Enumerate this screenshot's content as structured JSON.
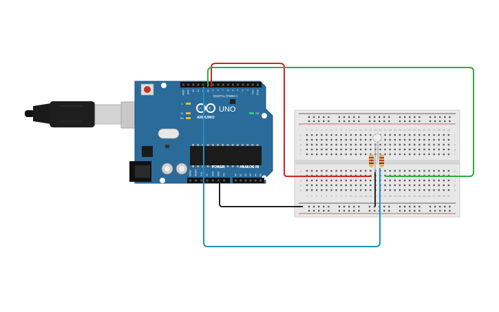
{
  "board": {
    "logo_text": "ARDUINO",
    "model": "UNO",
    "digital_label": "DIGITAL (PWM~)",
    "power_label": "POWER",
    "analog_label": "ANALOG IN",
    "on_label": "ON",
    "l_label": "L",
    "tx_label": "TX",
    "rx_label": "RX",
    "digital_pins": [
      "AREF",
      "GND",
      "13",
      "12",
      "~11",
      "~10",
      "~9",
      "8",
      "7",
      "~6",
      "~5",
      "4",
      "~3",
      "2",
      "TX▸1",
      "RX◂0"
    ],
    "power_pins": [
      "IOREF",
      "RESET",
      "3.3V",
      "5V",
      "GND",
      "GND",
      "Vin"
    ],
    "analog_pins": [
      "A0",
      "A1",
      "A2",
      "A3",
      "A4",
      "A5"
    ]
  },
  "breadboard": {
    "rail_minus": "−",
    "rail_plus": "+",
    "row_letters_top": [
      "j",
      "i",
      "h",
      "g",
      "f"
    ],
    "row_letters_bottom": [
      "e",
      "d",
      "c",
      "b",
      "a"
    ],
    "column_count": 30
  },
  "colors": {
    "board_blue": "#2a6b9a",
    "wire_red": "#cc2222",
    "wire_green": "#2eaa3c",
    "wire_blue": "#1f8fc4",
    "wire_black": "#222222"
  }
}
